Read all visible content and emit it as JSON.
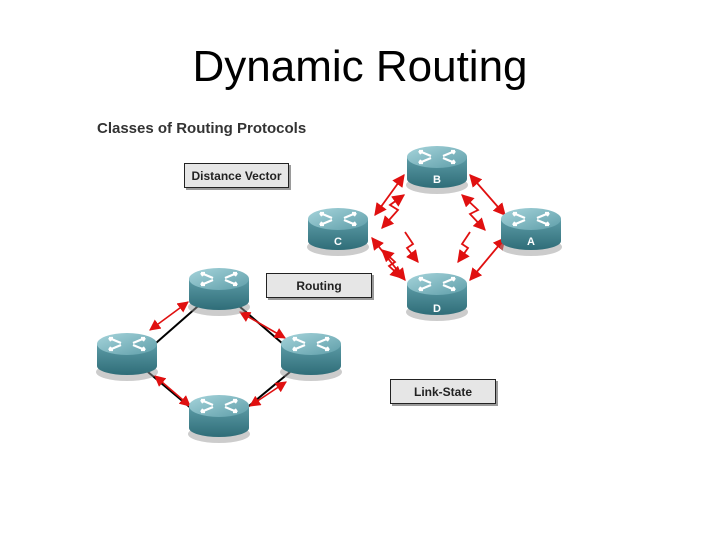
{
  "title": "Dynamic Routing",
  "subtitle": "Classes of Routing Protocols",
  "labels": {
    "distance_vector": "Distance Vector",
    "routing": "Routing",
    "link_state": "Link-State"
  },
  "routers": {
    "B": "B",
    "C": "C",
    "A": "A",
    "D": "D"
  },
  "colors": {
    "router_body": "#4a8a96",
    "router_top": "#7fb8c2",
    "arrow_red": "#e01010",
    "link_black": "#000000"
  }
}
